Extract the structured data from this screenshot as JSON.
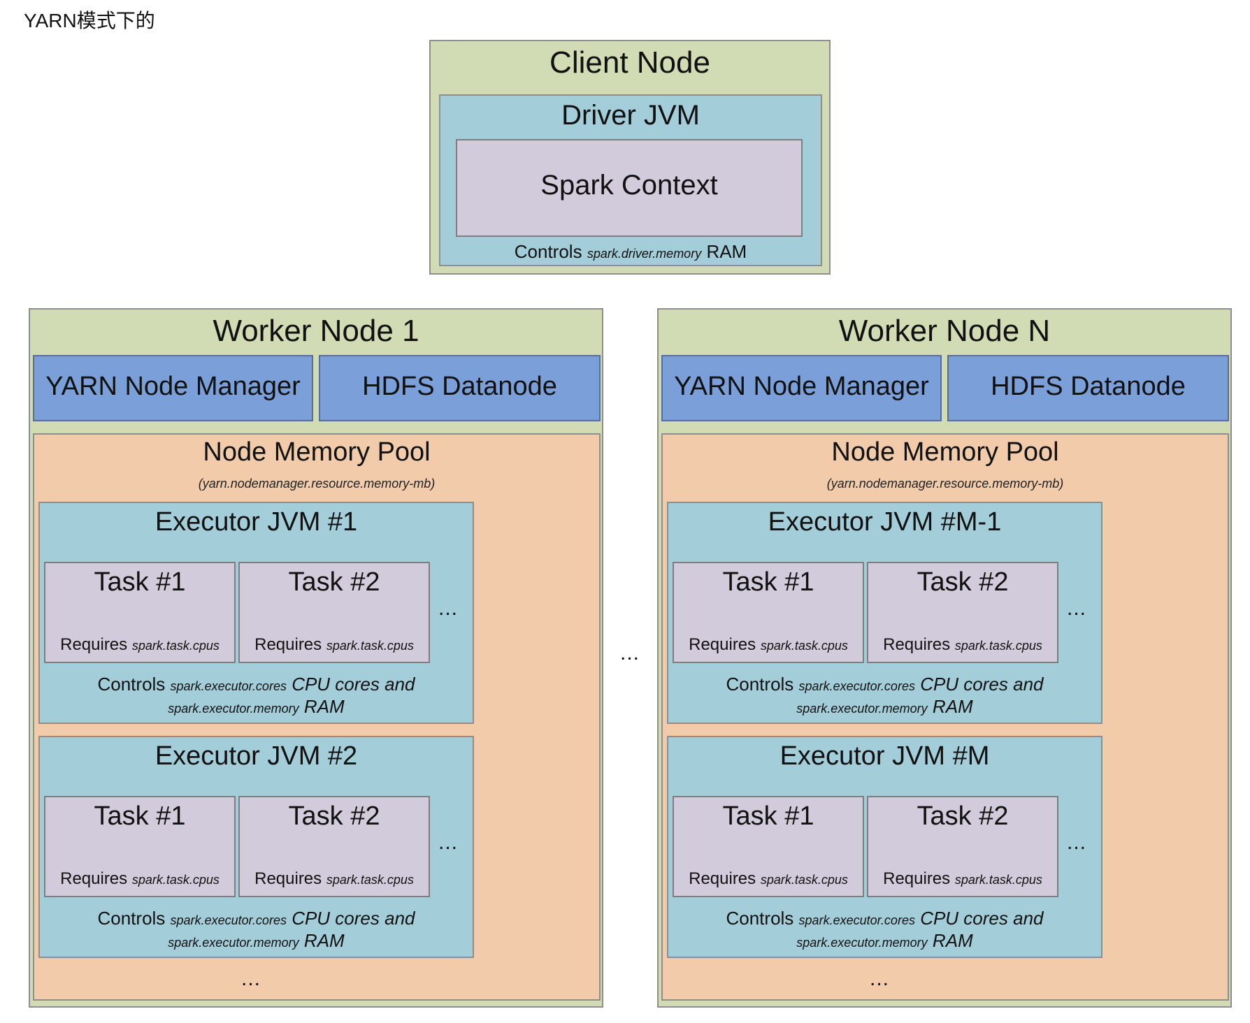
{
  "caption": "YARN模式下的",
  "client_node": {
    "title": "Client Node",
    "driver_title": "Driver JVM",
    "context_title": "Spark Context",
    "controls_prefix": "Controls",
    "controls_prop": "spark.driver.memory",
    "controls_suffix": "RAM"
  },
  "workers": [
    {
      "title": "Worker Node 1",
      "services": [
        "YARN Node Manager",
        "HDFS Datanode"
      ],
      "pool_title": "Node Memory Pool",
      "pool_sub": "(yarn.nodemanager.resource.memory-mb)",
      "executors": [
        {
          "title": "Executor JVM #1",
          "tasks": [
            "Task #1",
            "Task #2"
          ]
        },
        {
          "title": "Executor JVM #2",
          "tasks": [
            "Task #1",
            "Task #2"
          ]
        }
      ]
    },
    {
      "title": "Worker Node N",
      "services": [
        "YARN Node Manager",
        "HDFS Datanode"
      ],
      "pool_title": "Node Memory Pool",
      "pool_sub": "(yarn.nodemanager.resource.memory-mb)",
      "executors": [
        {
          "title": "Executor JVM #M-1",
          "tasks": [
            "Task #1",
            "Task #2"
          ]
        },
        {
          "title": "Executor JVM #M",
          "tasks": [
            "Task #1",
            "Task #2"
          ]
        }
      ]
    }
  ],
  "task_requires": {
    "prefix": "Requires",
    "prop": "spark.task.cpus"
  },
  "executor_controls": {
    "prefix": "Controls",
    "cores_prop": "spark.executor.cores",
    "cores_suffix": "CPU cores and",
    "memory_prop": "spark.executor.memory",
    "memory_suffix": "RAM"
  },
  "ellipsis": "..."
}
